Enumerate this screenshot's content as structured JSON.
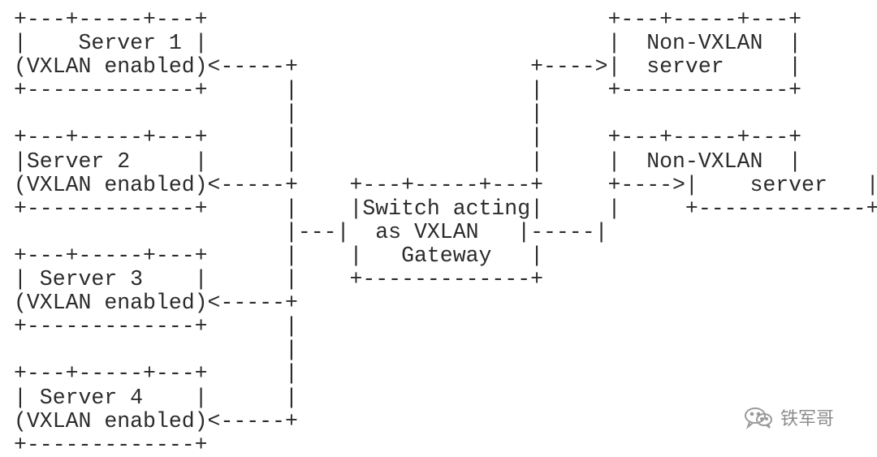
{
  "diagram": {
    "lines": [
      "+---+-----+---+                               +---+-----+---+",
      "|    Server 1 |                               |  Non-VXLAN  |",
      "(VXLAN enabled)<-----+                  +---->|  server     |",
      "+-------------+      |                  |     +-------------+",
      "                     |                  |",
      "+---+-----+---+      |                  |     +---+-----+---+",
      "|Server 2     |      |                  |     |  Non-VXLAN  |",
      "(VXLAN enabled)<-----+    +---+-----+---+     +---->|    server   |",
      "+-------------+      |    |Switch acting|     |     +-------------+",
      "                     |---|  as VXLAN   |-----|",
      "+---+-----+---+      |    |   Gateway   |",
      "| Server 3    |      |    +-------------+",
      "(VXLAN enabled)<-----+",
      "+-------------+      |",
      "                     |",
      "+---+-----+---+      |",
      "| Server 4    |      |",
      "(VXLAN enabled)<-----+",
      "+-------------+"
    ]
  },
  "watermark": {
    "text": "铁军哥",
    "icon": "wechat-icon",
    "color": "#8c8c8c"
  }
}
